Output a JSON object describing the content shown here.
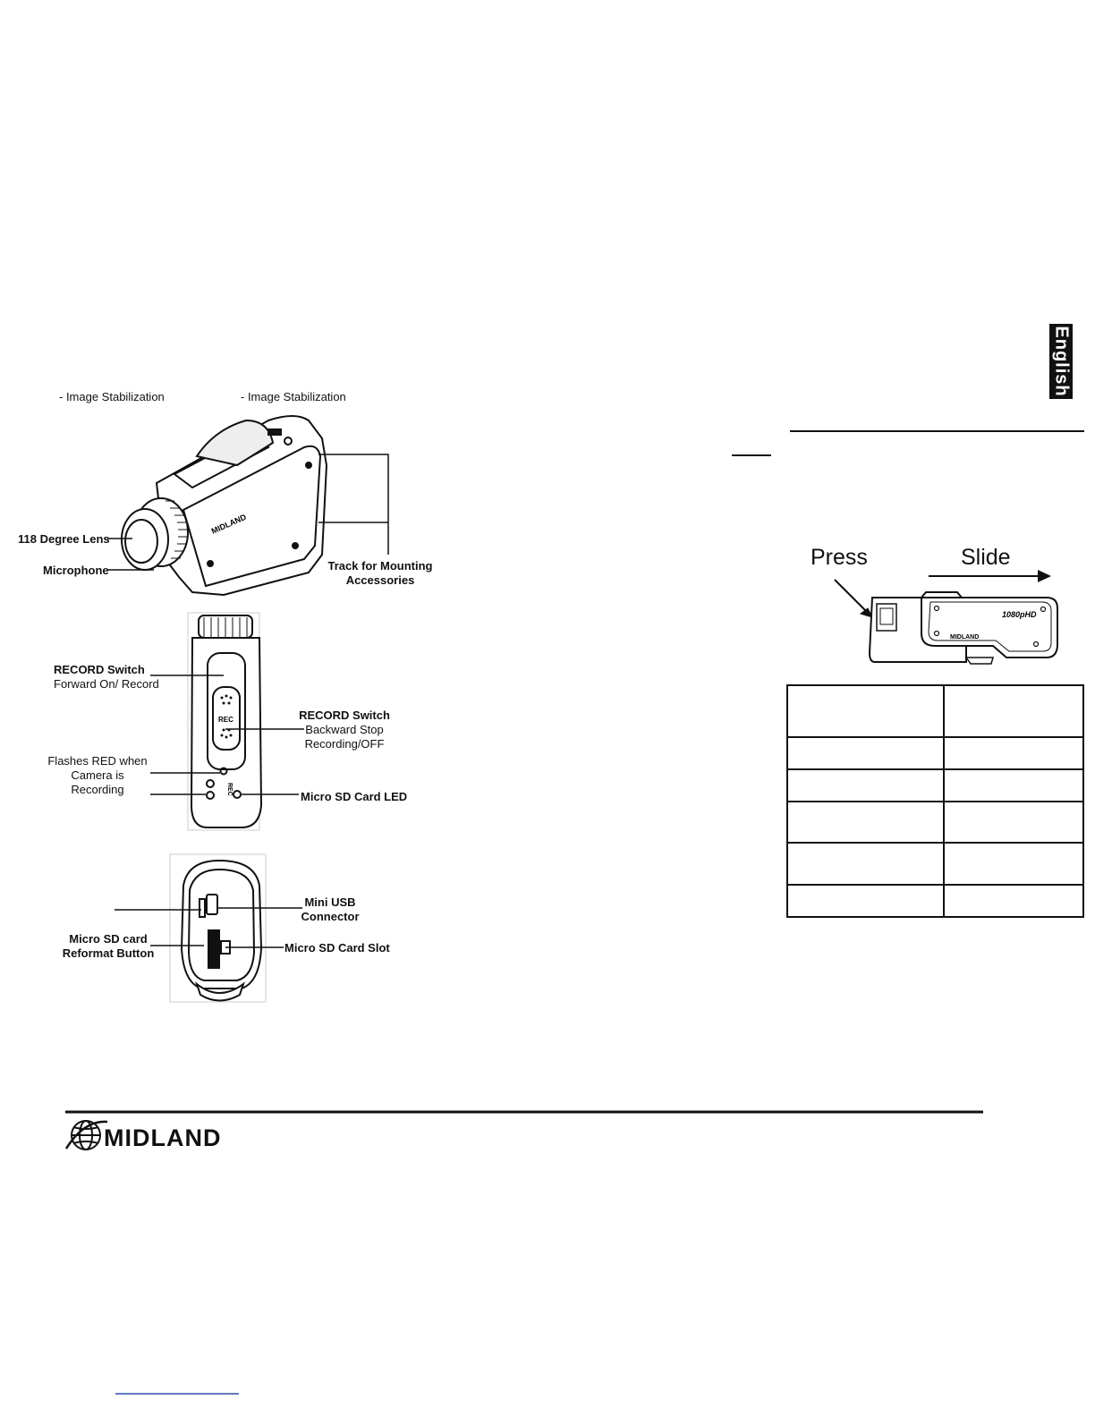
{
  "side_tab": {
    "label": "English"
  },
  "top_labels": {
    "left_col": "- Image Stabilization",
    "right_col": "- Image Stabilization"
  },
  "figure1": {
    "brand_on_camera": "MIDLAND",
    "callouts": {
      "lens": "118 Degree Lens",
      "microphone": "Microphone",
      "track_line1": "Track for Mounting",
      "track_line2": "Accessories"
    }
  },
  "figure2": {
    "rec_button": "REC",
    "rec_led": "REC",
    "callouts": {
      "record_switch_fwd_title": "RECORD Switch",
      "record_switch_fwd_desc": "Forward On/ Record",
      "record_switch_back_title": "RECORD Switch",
      "record_switch_back_line1": "Backward Stop",
      "record_switch_back_line2": "Recording/OFF",
      "led_line1": "Flashes RED when",
      "led_line2": "Camera is Recording",
      "sd_led": "Micro SD Card LED"
    }
  },
  "figure3": {
    "callouts": {
      "usb_line1": "Mini USB",
      "usb_line2": "Connector",
      "reformat_line1": "Micro SD card",
      "reformat_line2": "Reformat Button",
      "sd_slot": "Micro SD Card Slot"
    }
  },
  "mount_figure": {
    "press": "Press",
    "slide": "Slide",
    "badge": "1080pHD",
    "brand": "MIDLAND"
  },
  "spec_table": {
    "rows": [
      [
        "",
        ""
      ],
      [
        "",
        ""
      ],
      [
        "",
        ""
      ],
      [
        "",
        ""
      ],
      [
        "",
        ""
      ],
      [
        "",
        ""
      ]
    ]
  },
  "footer": {
    "brand": "MIDLAND"
  }
}
